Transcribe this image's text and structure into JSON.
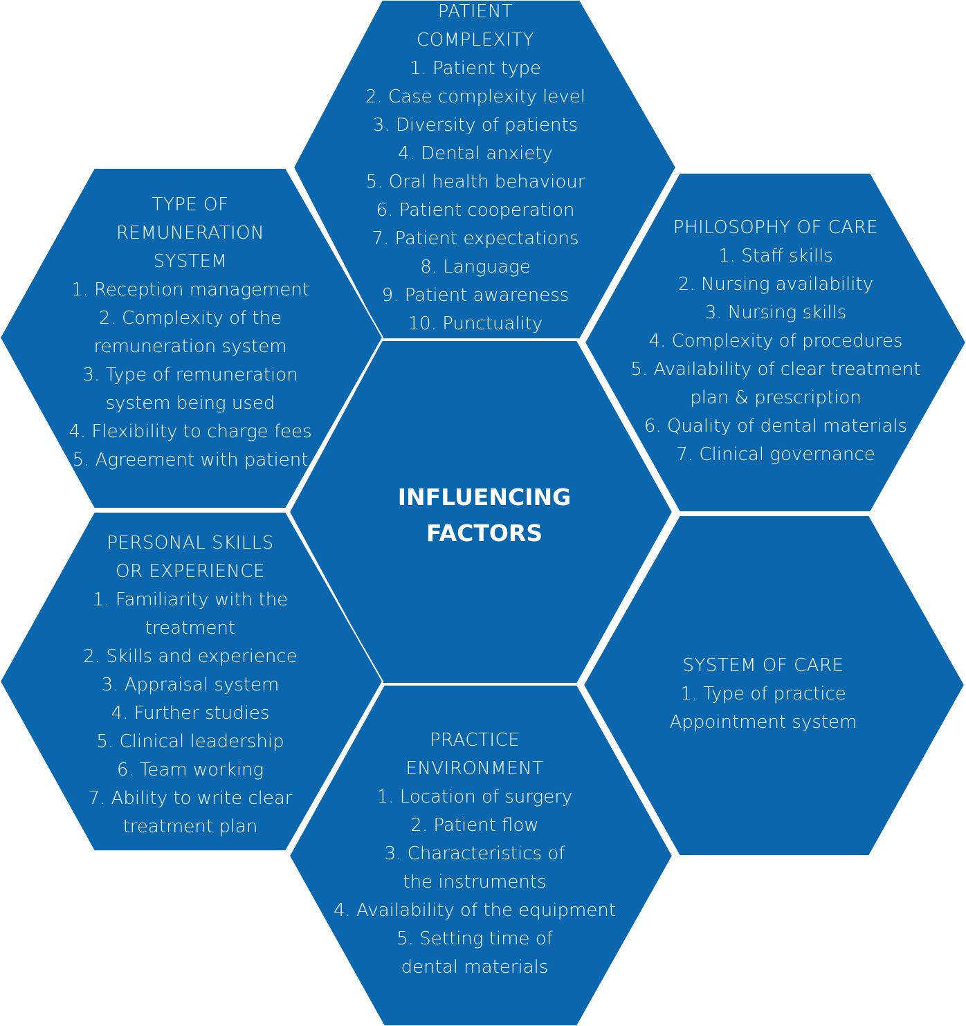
{
  "colors": {
    "hex_fill": "#0a67ae",
    "background": "#ffffff",
    "text": "#ffffff"
  },
  "center": {
    "lines": [
      "INFLUENCING",
      "FACTORS"
    ]
  },
  "hexagons": {
    "patient_complexity": {
      "lines": [
        "PATIENT",
        "COMPLEXITY",
        "1. Patient type",
        "2. Case complexity level",
        "3. Diversity of patients",
        "4. Dental anxiety",
        "5. Oral health behaviour",
        "6. Patient cooperation",
        "7. Patient expectations",
        "8. Language",
        "9. Patient awareness",
        "10. Punctuality"
      ]
    },
    "remuneration": {
      "lines": [
        "TYPE OF",
        "REMUNERATION",
        "SYSTEM",
        "1. Reception management",
        "2. Complexity of the",
        "remuneration system",
        "3. Type of remuneration",
        "system being used",
        "4. Flexibility to charge fees",
        "5. Agreement with patient"
      ]
    },
    "philosophy": {
      "lines": [
        "PHILOSOPHY OF CARE",
        "1. Staff skills",
        "2. Nursing availability",
        "3. Nursing skills",
        "4. Complexity of procedures",
        "5. Availability of clear treatment",
        "plan & prescription",
        "6. Quality of dental materials",
        "7. Clinical governance"
      ]
    },
    "personal_skills": {
      "lines": [
        "PERSONAL SKILLS",
        "OR EXPERIENCE",
        "1. Familiarity with the",
        "treatment",
        "2. Skills and experience",
        "3. Appraisal system",
        "4. Further studies",
        "5. Clinical leadership",
        "6. Team working",
        "7. Ability to write clear",
        "treatment plan"
      ]
    },
    "system_of_care": {
      "lines": [
        "SYSTEM OF CARE",
        "1. Type of practice",
        "Appointment system"
      ]
    },
    "practice_environment": {
      "lines": [
        "PRACTICE",
        "ENVIRONMENT",
        "1. Location of surgery",
        "2. Patient flow",
        "3. Characteristics of",
        "the instruments",
        "4. Availability of the equipment",
        "5. Setting time of",
        "dental materials"
      ]
    }
  }
}
